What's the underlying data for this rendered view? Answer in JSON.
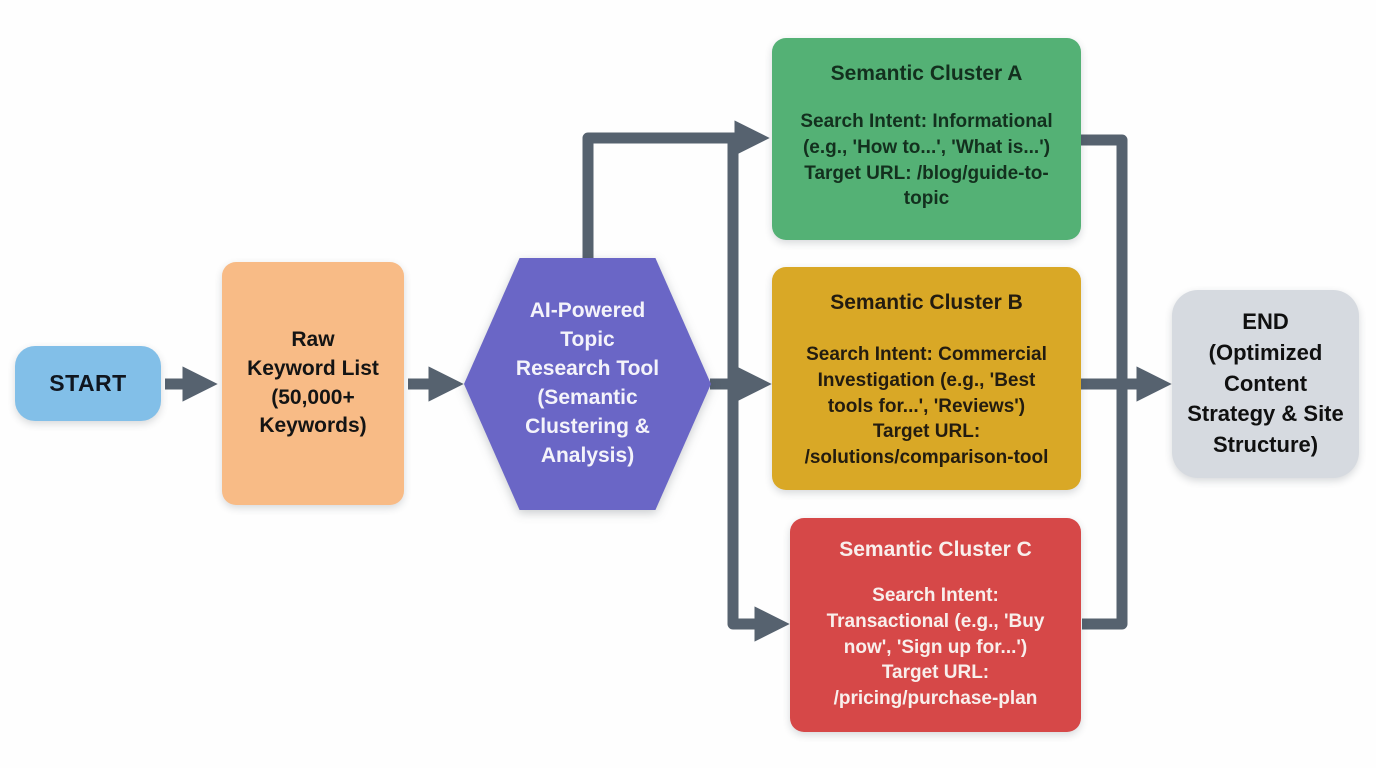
{
  "diagram_type": "flowchart",
  "connectors": {
    "color": "#56626f",
    "stroke_width": 11
  },
  "nodes": {
    "start": {
      "label": "START",
      "fill": "#82bfe8"
    },
    "raw_keywords": {
      "label": "Raw\nKeyword List\n(50,000+\nKeywords)",
      "fill": "#f8bb86"
    },
    "research_tool": {
      "label": "AI-Powered\nTopic\nResearch Tool\n(Semantic\nClustering &\nAnalysis)",
      "fill": "#6a66c6",
      "shape": "hexagon"
    },
    "cluster_a": {
      "title": "Semantic Cluster A",
      "body": "Search Intent: Informational\n(e.g., 'How to...', 'What is...')\nTarget URL: /blog/guide-to-\ntopic",
      "fill": "#54b175"
    },
    "cluster_b": {
      "title": "Semantic Cluster B",
      "body": "Search Intent: Commercial\nInvestigation (e.g., 'Best\ntools for...', 'Reviews')\nTarget URL:\n/solutions/comparison-tool",
      "fill": "#d9a826"
    },
    "cluster_c": {
      "title": "Semantic Cluster C",
      "body": "Search Intent:\nTransactional (e.g., 'Buy\nnow', 'Sign up for...')\nTarget URL:\n/pricing/purchase-plan",
      "fill": "#d64848"
    },
    "end": {
      "label": "END\n(Optimized\nContent\nStrategy & Site\nStructure)",
      "fill": "#d6dae0"
    }
  }
}
